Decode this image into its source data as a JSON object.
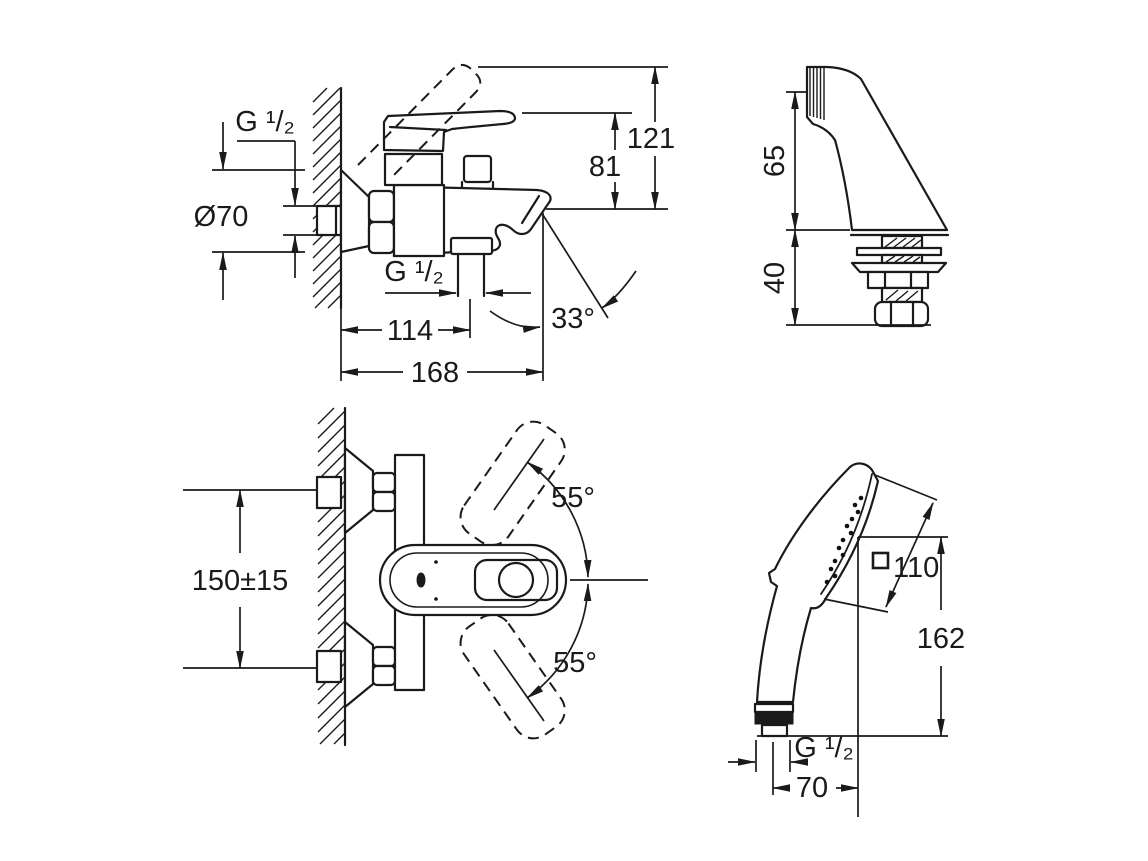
{
  "drawing": {
    "background": "#ffffff",
    "line_color": "#1a1a1a"
  },
  "views": {
    "mixer_side": {
      "wall_thread": "G ¹/₂",
      "escutcheon_diameter": "Ø70",
      "height_total": "121",
      "height_spout": "81",
      "outlet_thread": "G ¹/₂",
      "depth_outlet": "114",
      "depth_total": "168",
      "spout_angle": "33°"
    },
    "holder": {
      "height_upper": "65",
      "height_lower": "40"
    },
    "mixer_front": {
      "center_distance": "150±15",
      "lever_angle_up": "55°",
      "lever_angle_down": "55°"
    },
    "hand_shower": {
      "head_size": "110",
      "length": "162",
      "hose_thread": "G ¹/₂",
      "top_offset": "70"
    }
  }
}
